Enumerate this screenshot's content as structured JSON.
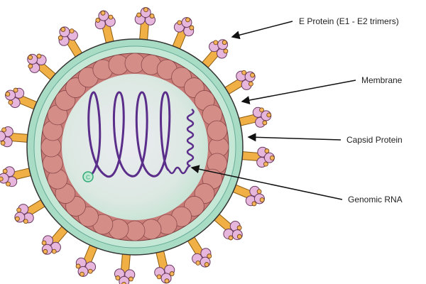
{
  "labels": {
    "e_protein": "E Protein (E1 - E2 trimers)",
    "membrane": "Membrane",
    "capsid": "Capsid Protein",
    "genomic_rna": "Genomic RNA",
    "cap": "C"
  },
  "colors": {
    "membrane_outer": "#a8dcc4",
    "core": "#dfe6e8",
    "capsid": "#c97b78",
    "spike_stem": "#f0b045",
    "spike_head": "#e6b6dc",
    "rna": "#5b2d8a"
  }
}
